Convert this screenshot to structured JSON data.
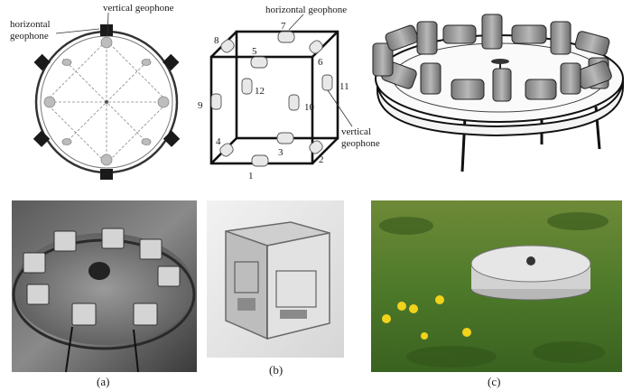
{
  "figure": {
    "panel_a_labels": {
      "vertical": "vertical geophone",
      "horizontal_line1": "horizontal",
      "horizontal_line2": "geophone"
    },
    "panel_b_labels": {
      "horizontal": "horizontal geophone",
      "vertical_line1": "vertical",
      "vertical_line2": "geophone",
      "numbers": [
        "1",
        "2",
        "3",
        "4",
        "5",
        "6",
        "7",
        "8",
        "9",
        "10",
        "11",
        "12"
      ]
    },
    "captions": [
      "(a)",
      "(b)",
      "(c)"
    ]
  }
}
